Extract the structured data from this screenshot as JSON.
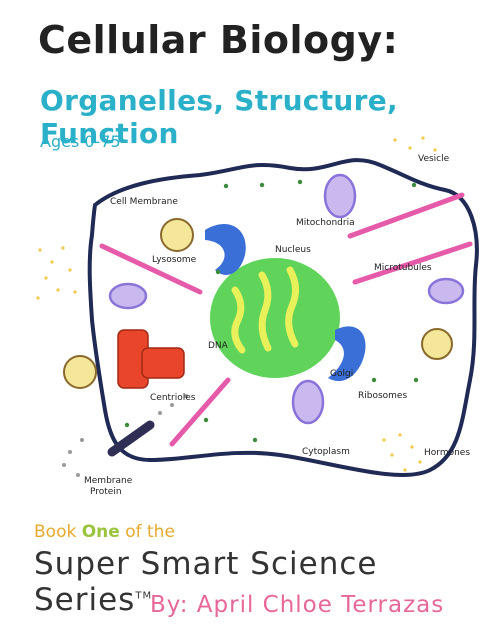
{
  "title": "Cellular Biology:",
  "subtitle": "Organelles, Structure, Function",
  "ages": "Ages 0-75",
  "labels": {
    "cell_membrane": "Cell Membrane",
    "vesicle": "Vesicle",
    "mitochondria": "Mitochondria",
    "lysosome": "Lysosome",
    "nucleus": "Nucleus",
    "microtubules": "Microtubules",
    "dna": "DNA",
    "centrioles": "Centrioles",
    "golgi": "Golgi",
    "ribosomes": "Ribosomes",
    "cytoplasm": "Cytoplasm",
    "hormones": "Hormones",
    "membrane": "Membrane",
    "protein": "Protein"
  },
  "series": {
    "book_prefix": "Book ",
    "book_one": "One",
    "book_suffix": " of the",
    "name": "Super Smart Science Series",
    "tm": "TM"
  },
  "author": "By: April Chloe Terrazas",
  "colors": {
    "title": "#222222",
    "subtitle": "#2ab0c8",
    "nucleus": "#5fd35a",
    "dna": "#e8f05a",
    "golgi": "#3a6fd8",
    "mitochondria": "#8b74d9",
    "microtubules": "#e65aaa",
    "centrioles": "#e8452b",
    "lysosome": "#f4e79a",
    "hormones": "#f0c84a",
    "author": "#e7679a",
    "series_book": "#e8a92c",
    "series_one": "#9ac43c"
  }
}
